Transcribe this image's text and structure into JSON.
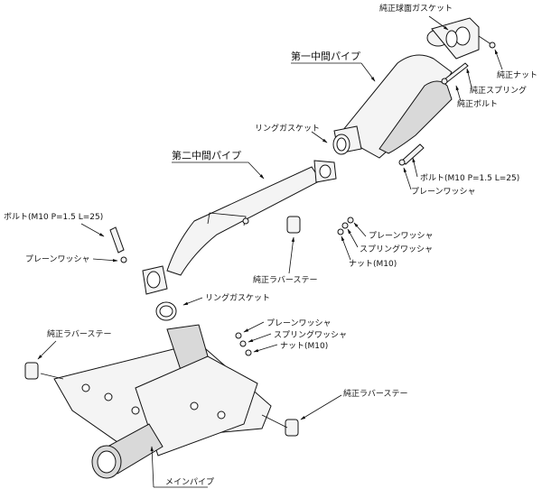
{
  "title": "Exhaust system exploded parts diagram",
  "labels": {
    "oem_spherical_gasket": "純正球面ガスケット",
    "first_mid_pipe": "第一中間パイプ",
    "oem_nut": "純正ナット",
    "oem_spring": "純正スプリング",
    "oem_bolt": "純正ボルト",
    "ring_gasket_upper": "リングガスケット",
    "second_mid_pipe": "第二中間パイプ",
    "bolt_upper": "ボルト(M10 P=1.5 L=25)",
    "plain_washer_upper": "プレーンワッシャ",
    "plain_washer_mid": "プレーンワッシャ",
    "spring_washer_mid": "スプリングワッシャ",
    "nut_mid": "ナット(M10)",
    "bolt_left": "ボルト(M10 P=1.5 L=25)",
    "plain_washer_left": "プレーンワッシャ",
    "oem_rubber_stay_center": "純正ラバーステー",
    "ring_gasket_lower": "リングガスケット",
    "plain_washer_lower": "プレーンワッシャ",
    "spring_washer_lower": "スプリングワッシャ",
    "nut_lower": "ナット(M10)",
    "oem_rubber_stay_left": "純正ラバーステー",
    "oem_rubber_stay_right": "純正ラバーステー",
    "main_pipe": "メインパイプ"
  }
}
